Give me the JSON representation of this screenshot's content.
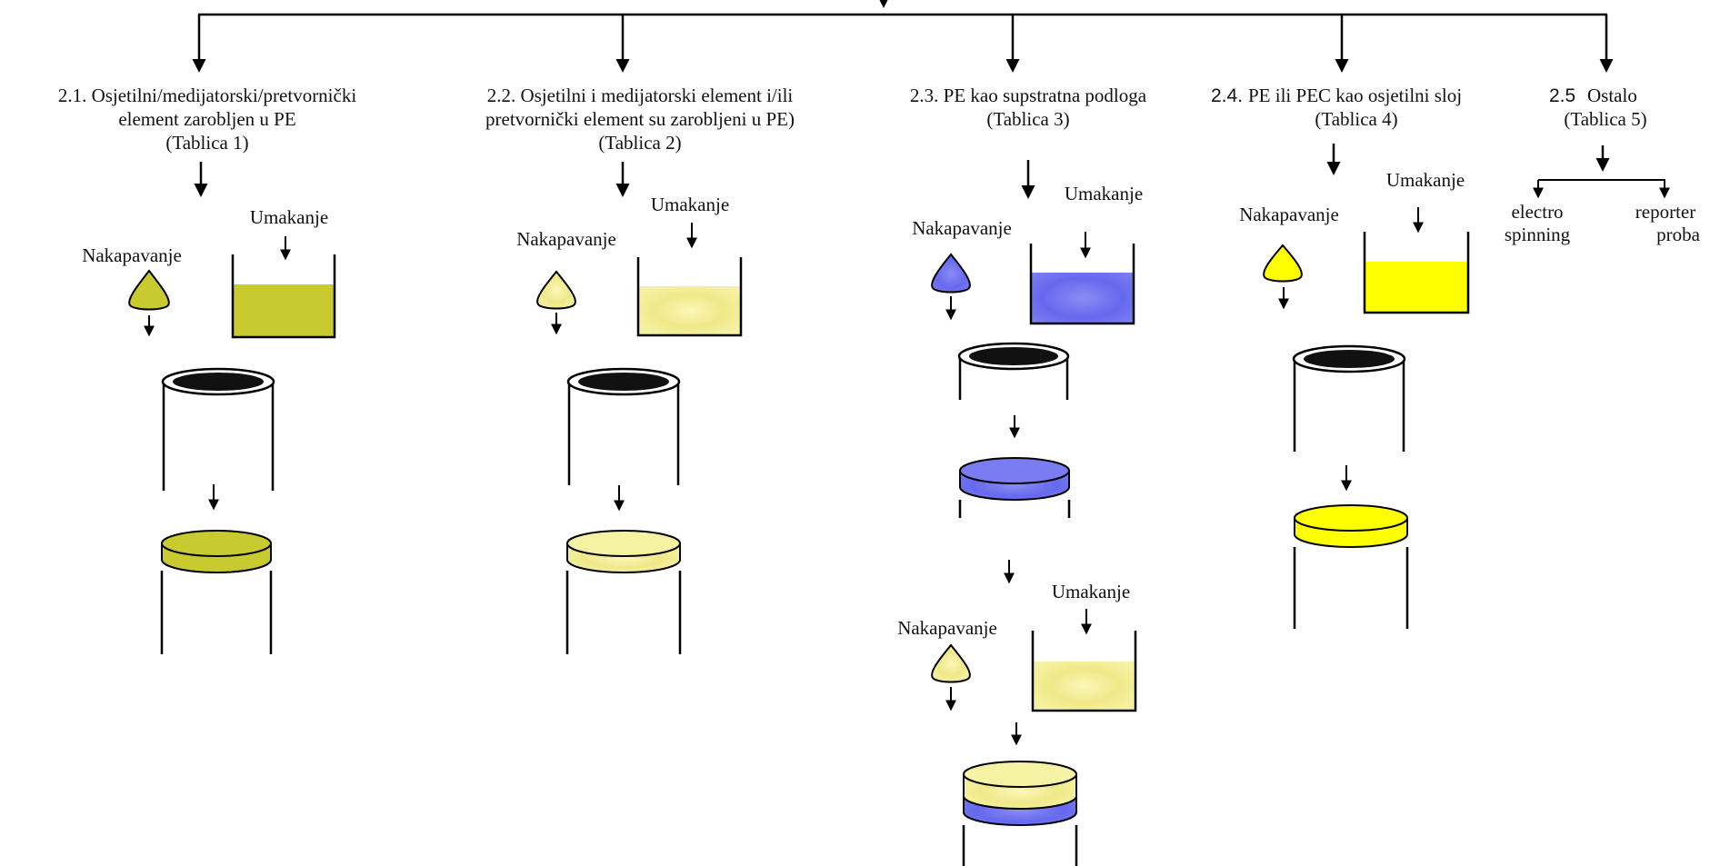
{
  "colors": {
    "olive": "#c9c930",
    "light_yellow": "#f3ef96",
    "blue": "#6f72f0",
    "yellow": "#ffff00",
    "electrode_top": "#111111",
    "line": "#000000"
  },
  "columns": [
    {
      "id": "2.1",
      "title_lines": [
        "2.1. Osjetilni/medijatorski/pretvornički",
        "element zarobljen u PE",
        "(Tablica 1)"
      ],
      "drop_label": "Nakapavanje",
      "dip_label": "Umakanje",
      "drop_color": "olive",
      "dip_color": "olive"
    },
    {
      "id": "2.2",
      "title_lines": [
        "2.2. Osjetilni i medijatorski element i/ili",
        "pretvornički element su zarobljeni u PE)",
        "(Tablica 2)"
      ],
      "drop_label": "Nakapavanje",
      "dip_label": "Umakanje",
      "drop_color": "light_yellow",
      "dip_color": "light_yellow"
    },
    {
      "id": "2.3",
      "title_lines": [
        "2.3. PE kao supstratna podloga",
        "(Tablica 3)"
      ],
      "drop_label": "Nakapavanje",
      "dip_label": "Umakanje",
      "drop_color": "blue",
      "dip_color": "blue",
      "drop_label_2": "Nakapavanje",
      "dip_label_2": "Umakanje"
    },
    {
      "id": "2.4",
      "title_number": "2.4.",
      "title_lines": [
        "PE ili PEC kao osjetilni sloj",
        "(Tablica 4)"
      ],
      "drop_label": "Nakapavanje",
      "dip_label": "Umakanje",
      "drop_color": "yellow",
      "dip_color": "yellow"
    },
    {
      "id": "2.5",
      "title_number": "2.5",
      "title_lines": [
        "Ostalo",
        "(Tablica 5)"
      ],
      "branches": [
        {
          "lines": [
            "electro",
            "spinning"
          ]
        },
        {
          "lines": [
            "reporter",
            "proba"
          ]
        }
      ]
    }
  ]
}
